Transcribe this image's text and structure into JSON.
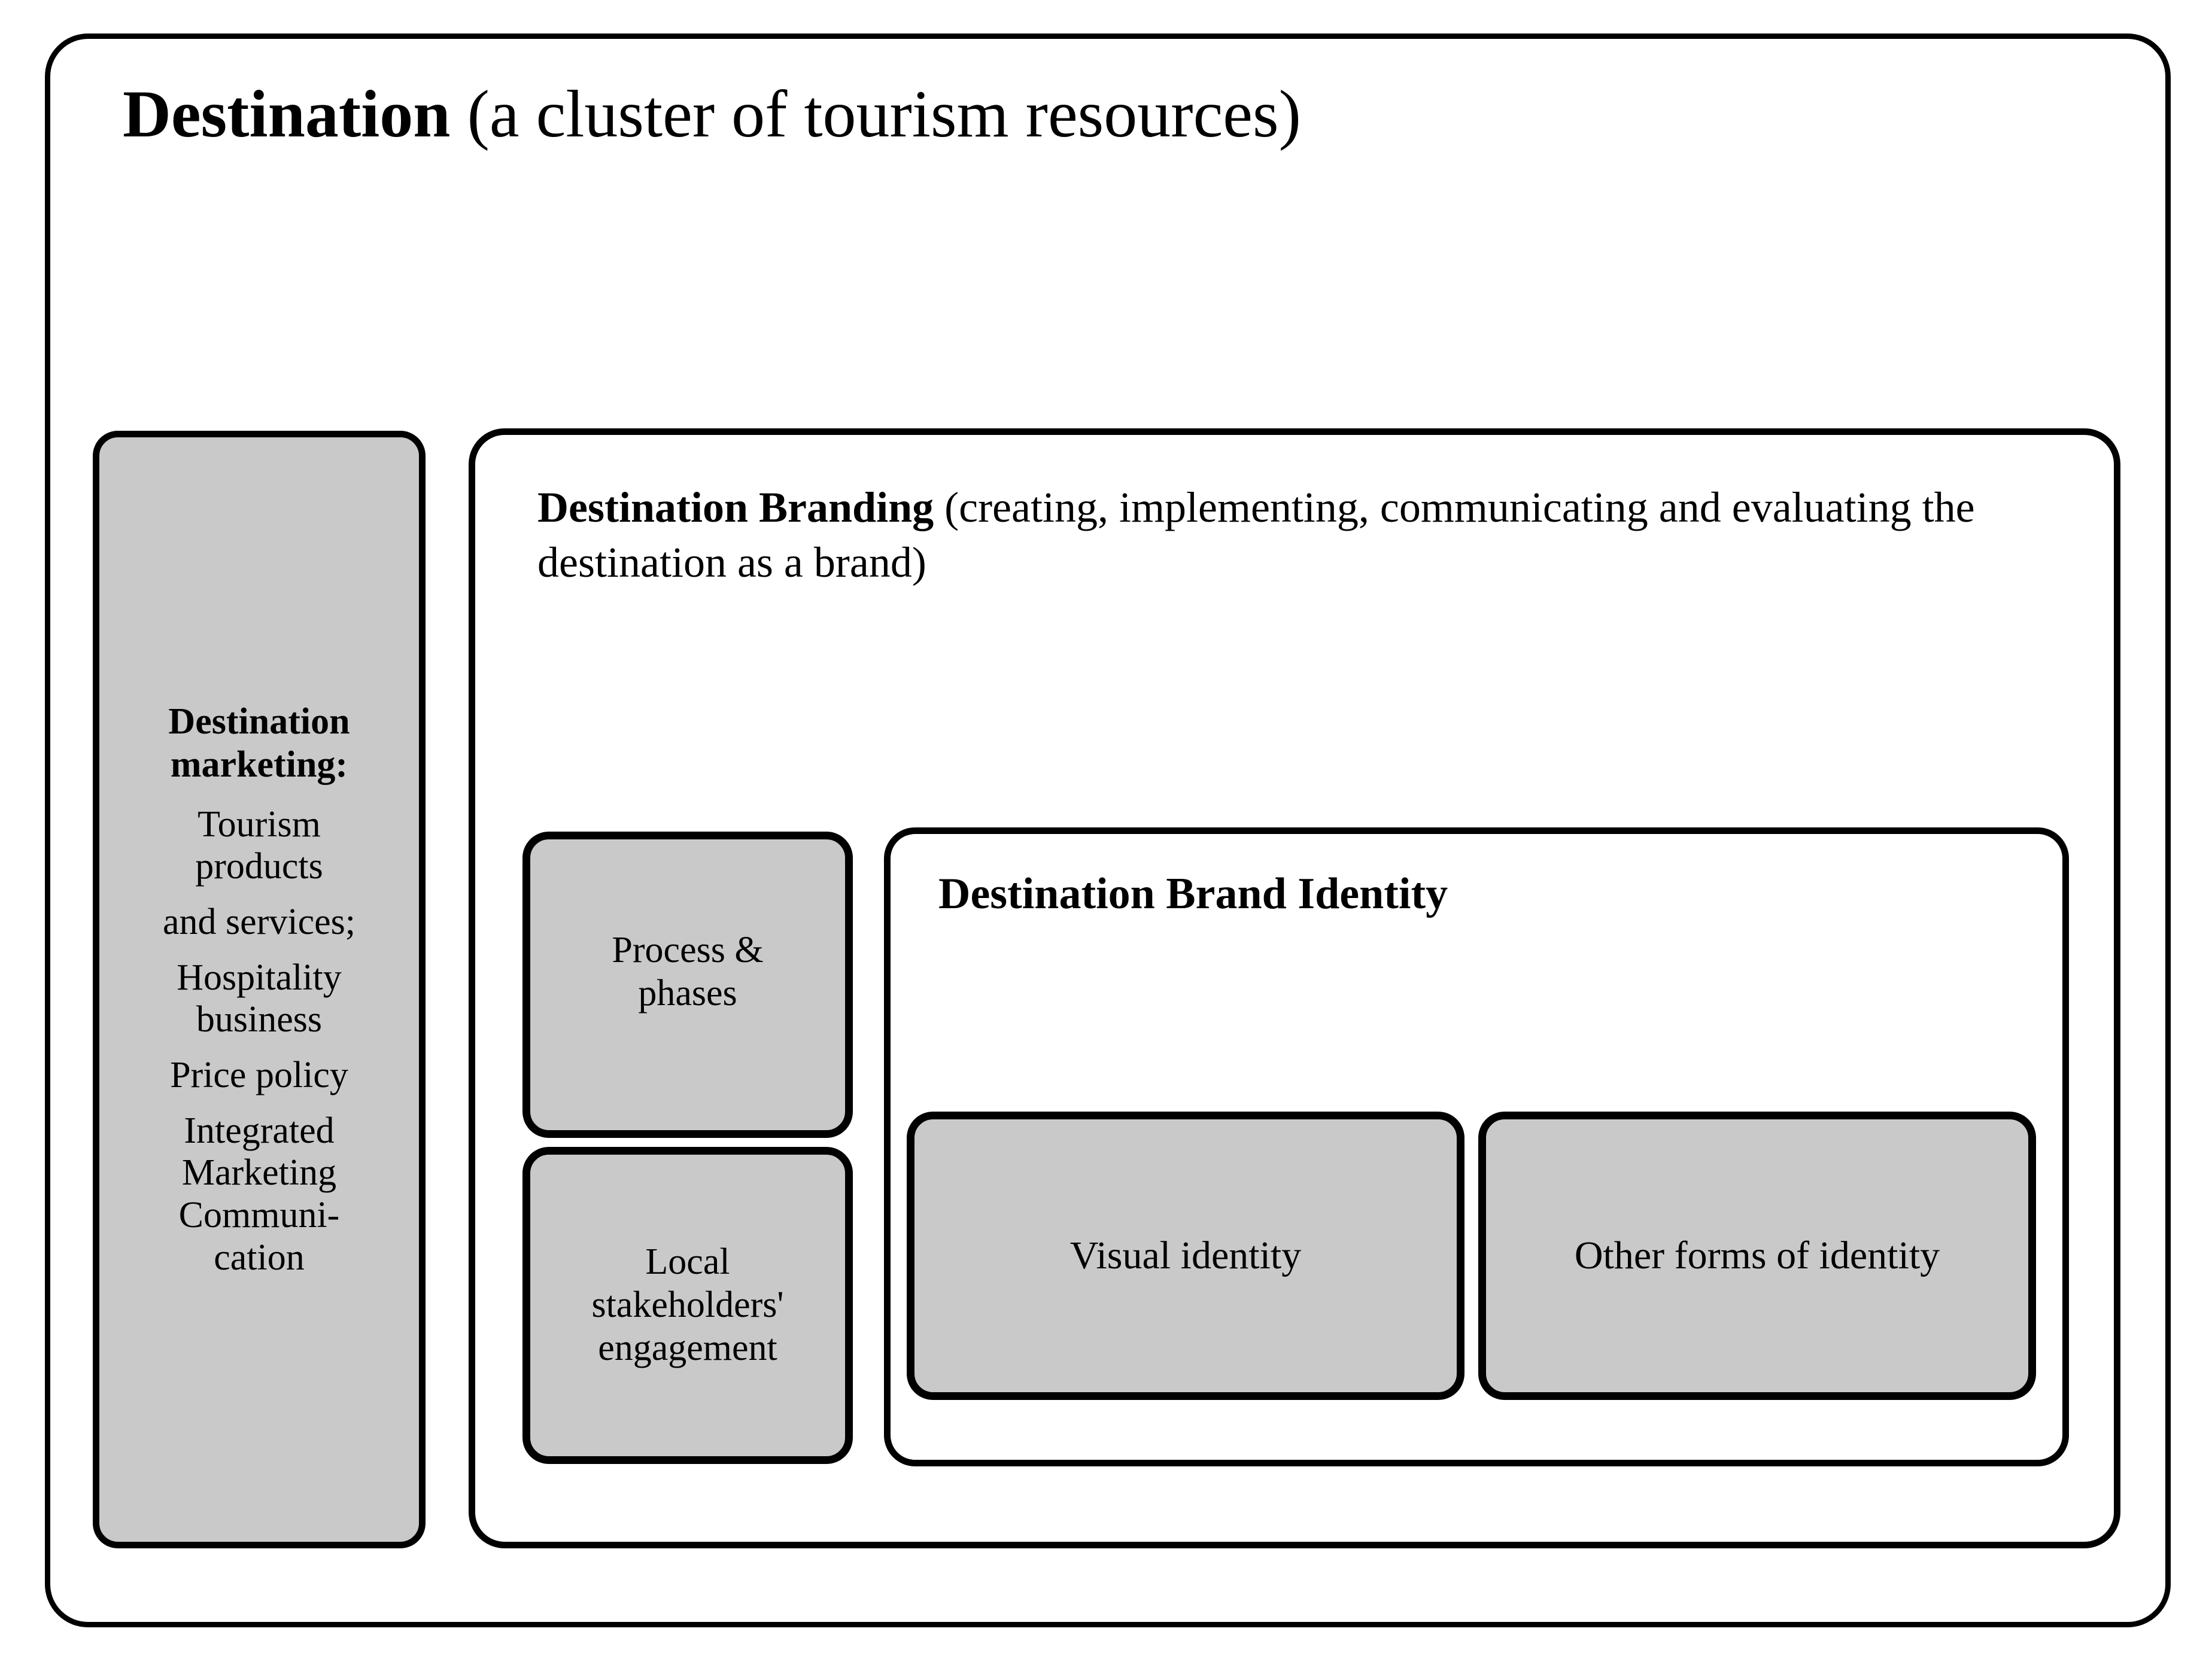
{
  "diagram": {
    "title_strong": "Destination",
    "title_rest": " (a cluster of tourism resources)",
    "colors": {
      "stroke": "#000000",
      "box_fill_gray": "#c9c9c9",
      "canvas": "#ffffff"
    }
  },
  "destination_marketing": {
    "heading": "Destination\nmarketing:",
    "items": [
      "Tourism\nproducts",
      "and services;",
      "Hospitality\nbusiness",
      "Price policy",
      "Integrated\nMarketing\nCommuni-\ncation"
    ]
  },
  "destination_branding": {
    "title_strong": "Destination Branding",
    "title_rest": " (creating, implementing, communicating and evaluating the destination as a brand)",
    "process_phases": "Process &\nphases",
    "local_stakeholders": "Local\nstakeholders'\nengagement"
  },
  "brand_identity": {
    "title": "Destination Brand Identity",
    "visual_identity": "Visual identity",
    "other_identity": "Other forms of identity"
  }
}
